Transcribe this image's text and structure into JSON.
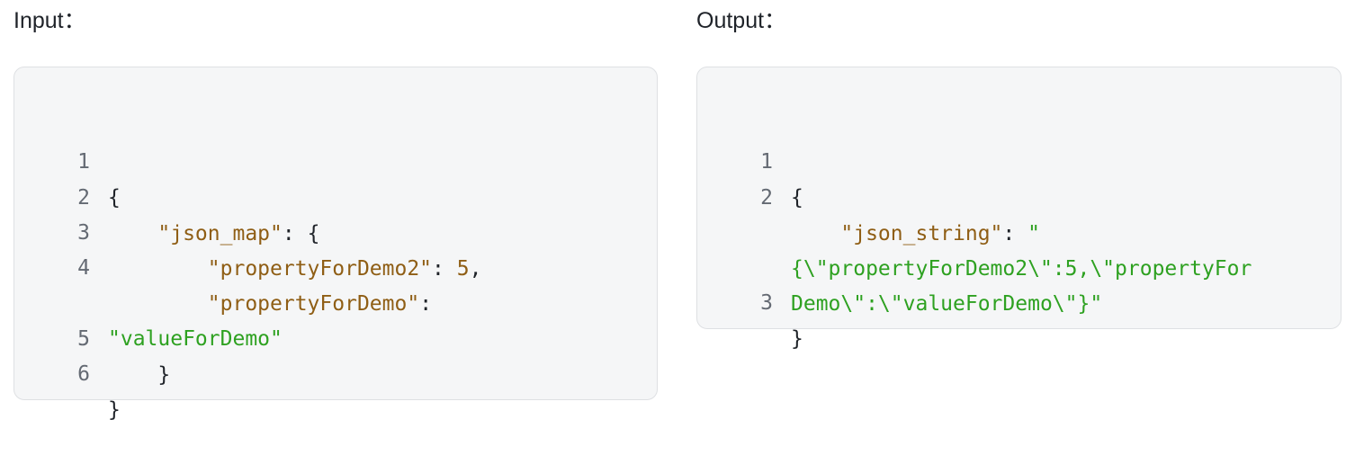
{
  "input": {
    "title": "Input：",
    "lines": [
      {
        "number": "1",
        "parts": [
          {
            "text": "{",
            "kind": "punct"
          }
        ]
      },
      {
        "number": "2",
        "parts": [
          {
            "text": "    ",
            "kind": "punct"
          },
          {
            "text": "\"json_map\"",
            "kind": "key"
          },
          {
            "text": ": {",
            "kind": "punct"
          }
        ]
      },
      {
        "number": "3",
        "parts": [
          {
            "text": "        ",
            "kind": "punct"
          },
          {
            "text": "\"propertyForDemo2\"",
            "kind": "key"
          },
          {
            "text": ": ",
            "kind": "punct"
          },
          {
            "text": "5",
            "kind": "num"
          },
          {
            "text": ",",
            "kind": "punct"
          }
        ]
      },
      {
        "number": "4",
        "parts": [
          {
            "text": "        ",
            "kind": "punct"
          },
          {
            "text": "\"propertyForDemo\"",
            "kind": "key"
          },
          {
            "text": ":",
            "kind": "punct"
          }
        ]
      },
      {
        "number": "",
        "parts": [
          {
            "text": "\"valueForDemo\"",
            "kind": "str"
          }
        ]
      },
      {
        "number": "5",
        "parts": [
          {
            "text": "    }",
            "kind": "punct"
          }
        ]
      },
      {
        "number": "6",
        "parts": [
          {
            "text": "}",
            "kind": "punct"
          }
        ]
      }
    ]
  },
  "output": {
    "title": "Output：",
    "lines": [
      {
        "number": "1",
        "parts": [
          {
            "text": "{",
            "kind": "punct"
          }
        ]
      },
      {
        "number": "2",
        "parts": [
          {
            "text": "    ",
            "kind": "punct"
          },
          {
            "text": "\"json_string\"",
            "kind": "key"
          },
          {
            "text": ": ",
            "kind": "punct"
          },
          {
            "text": "\"",
            "kind": "str"
          }
        ]
      },
      {
        "number": "",
        "parts": [
          {
            "text": "{\\\"propertyForDemo2\\\":5,\\\"propertyFor",
            "kind": "str"
          }
        ]
      },
      {
        "number": "",
        "parts": [
          {
            "text": "Demo\\\":\\\"valueForDemo\\\"}\"",
            "kind": "str"
          }
        ]
      },
      {
        "number": "3",
        "parts": [
          {
            "text": "}",
            "kind": "punct"
          }
        ]
      }
    ]
  }
}
